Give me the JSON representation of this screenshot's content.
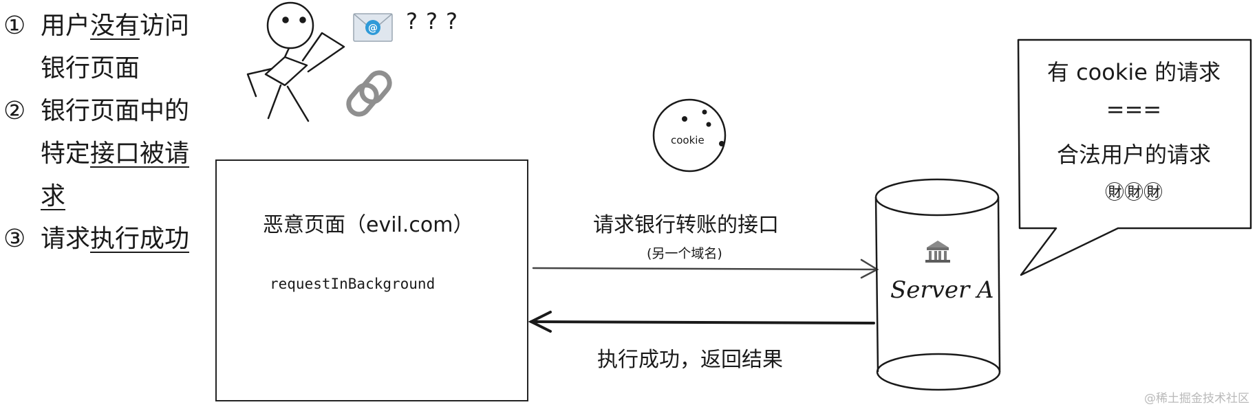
{
  "steps": [
    {
      "num": "①",
      "parts": [
        {
          "t": "用户",
          "u": false
        },
        {
          "t": "没有",
          "u": true
        },
        {
          "t": "访问",
          "u": false
        }
      ],
      "cont": [
        {
          "t": "银行页面",
          "u": false
        }
      ]
    },
    {
      "num": "②",
      "parts": [
        {
          "t": "银行页面中的",
          "u": false
        }
      ],
      "cont": [
        {
          "t": "特定",
          "u": false
        },
        {
          "t": "接口被请",
          "u": true
        }
      ],
      "cont2": [
        {
          "t": "求",
          "u": true
        }
      ]
    },
    {
      "num": "③",
      "parts": [
        {
          "t": "请求",
          "u": false
        },
        {
          "t": "执行成功",
          "u": true
        }
      ]
    }
  ],
  "question_marks": "???",
  "cookie_label": "cookie",
  "evil_page": {
    "title": "恶意页面（evil.com）",
    "code": "requestInBackground"
  },
  "request": {
    "label": "请求银行转账的接口",
    "sub": "(另一个域名)"
  },
  "response_label": "执行成功，返回结果",
  "server_label": "Server A",
  "bubble": {
    "line1": "有 cookie 的请求",
    "line2": "===",
    "line3": "合法用户的请求",
    "line4": "㊖㊖㊖"
  },
  "watermark": "@稀土掘金技术社区",
  "icons": [
    "email-icon",
    "link-icon",
    "bank-icon"
  ]
}
